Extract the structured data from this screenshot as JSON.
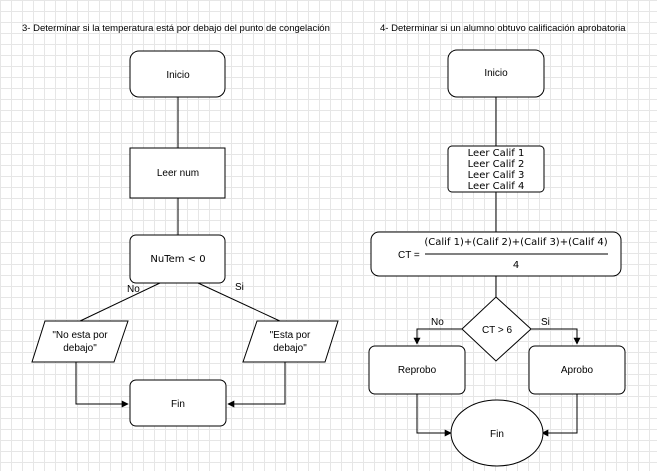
{
  "left": {
    "title": "3- Determinar si la temperatura está por debajo del punto de congelación",
    "start": "Inicio",
    "read": "Leer num",
    "decision": "NuTem < 0",
    "branch_no": "No",
    "branch_yes": "Si",
    "output_no": [
      "\"No esta por",
      "debajo\""
    ],
    "output_yes": [
      "\"Esta por",
      "debajo\""
    ],
    "end": "Fin"
  },
  "right": {
    "title": "4- Determinar si un alumno obtuvo calificación aprobatoria",
    "start": "Inicio",
    "read": [
      "Leer Calif 1",
      "Leer Calif 2",
      "Leer Calif 3",
      "Leer Calif 4"
    ],
    "formula_lhs": "CT =",
    "formula_numerator": "(Calif 1)+(Calif 2)+(Calif 3)+(Calif 4)",
    "formula_denominator": "4",
    "decision": "CT > 6",
    "branch_no": "No",
    "branch_yes": "Si",
    "fail": "Reprobo",
    "pass": "Aprobo",
    "end": "Fin"
  }
}
